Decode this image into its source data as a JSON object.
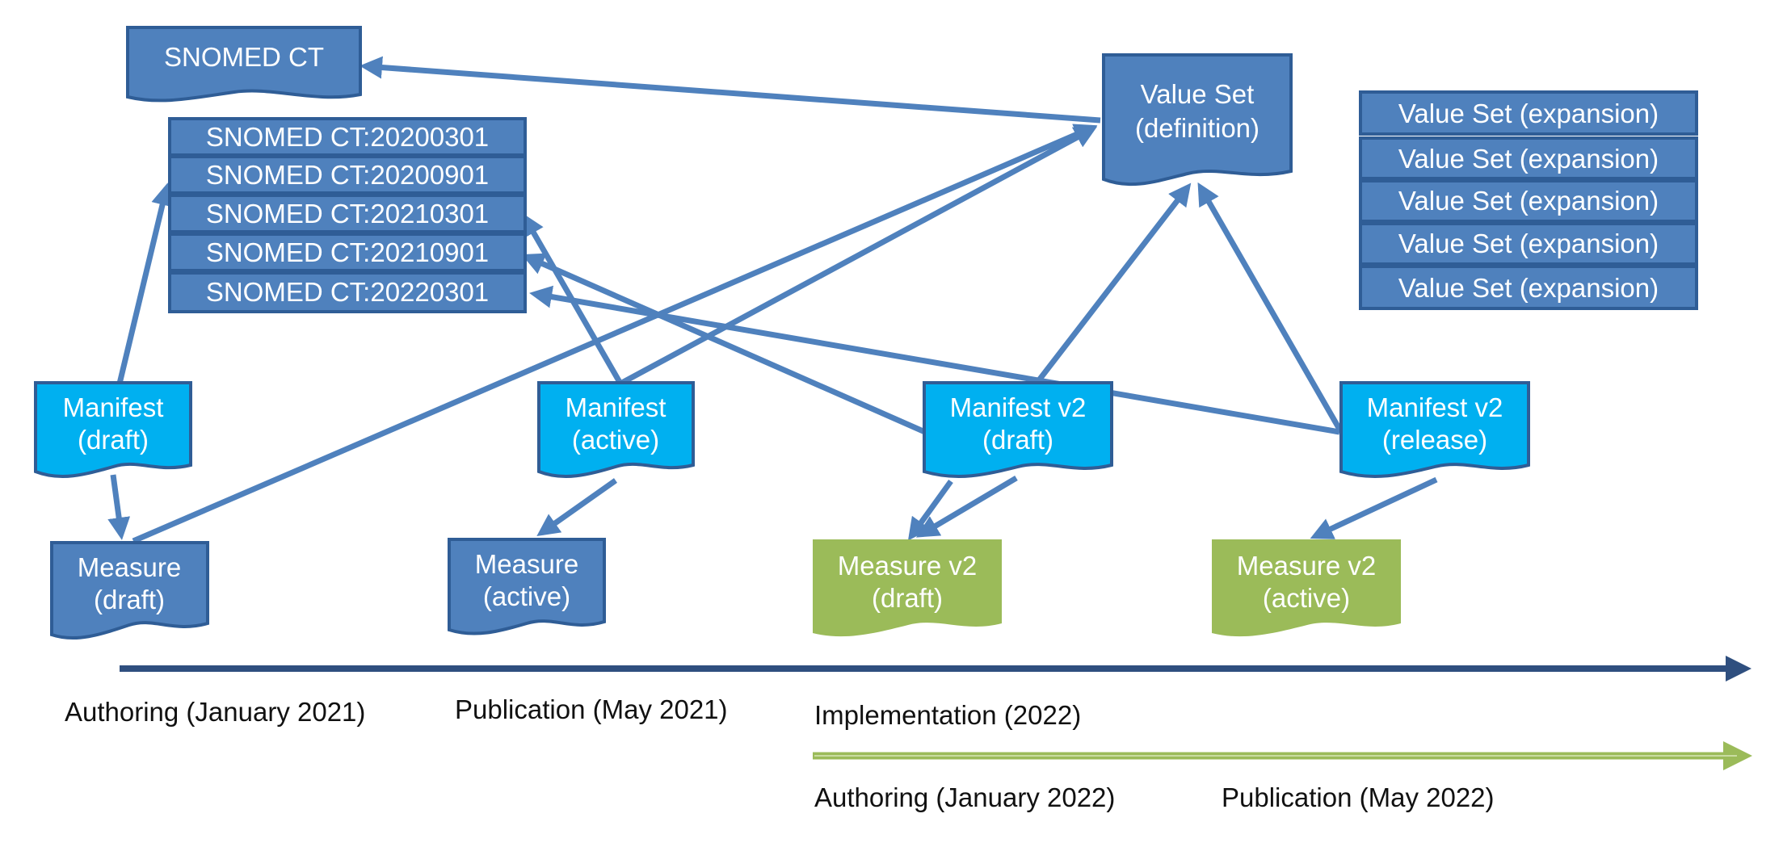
{
  "colors": {
    "doc_blue": "#4f81bd",
    "doc_blue_border": "#2f5d96",
    "manifest_cyan": "#00b0f0",
    "measure_v2_green": "#9bbb59",
    "arrow_blue": "#4f81bd",
    "timeline_dark": "#2f4f7f",
    "timeline_green": "#9bbb59"
  },
  "snomed": {
    "root": "SNOMED CT",
    "versions": [
      "SNOMED CT:20200301",
      "SNOMED CT:20200901",
      "SNOMED CT:20210301",
      "SNOMED CT:20210901",
      "SNOMED CT:20220301"
    ]
  },
  "value_set": {
    "definition": [
      "Value Set",
      "(definition)"
    ],
    "expansions": [
      "Value Set (expansion)",
      "Value Set (expansion)",
      "Value Set (expansion)",
      "Value Set (expansion)",
      "Value Set (expansion)"
    ]
  },
  "manifests": {
    "draft": [
      "Manifest",
      "(draft)"
    ],
    "active": [
      "Manifest",
      "(active)"
    ],
    "v2_draft": [
      "Manifest v2",
      "(draft)"
    ],
    "v2_release": [
      "Manifest v2",
      "(release)"
    ]
  },
  "measures": {
    "draft": [
      "Measure",
      "(draft)"
    ],
    "active": [
      "Measure",
      "(active)"
    ],
    "v2_draft": [
      "Measure v2",
      "(draft)"
    ],
    "v2_active": [
      "Measure v2",
      "(active)"
    ]
  },
  "timeline": {
    "authoring_2021": "Authoring (January 2021)",
    "publication_2021": "Publication (May 2021)",
    "implementation_2022": "Implementation (2022)",
    "authoring_2022": "Authoring (January 2022)",
    "publication_2022": "Publication (May 2022)"
  }
}
